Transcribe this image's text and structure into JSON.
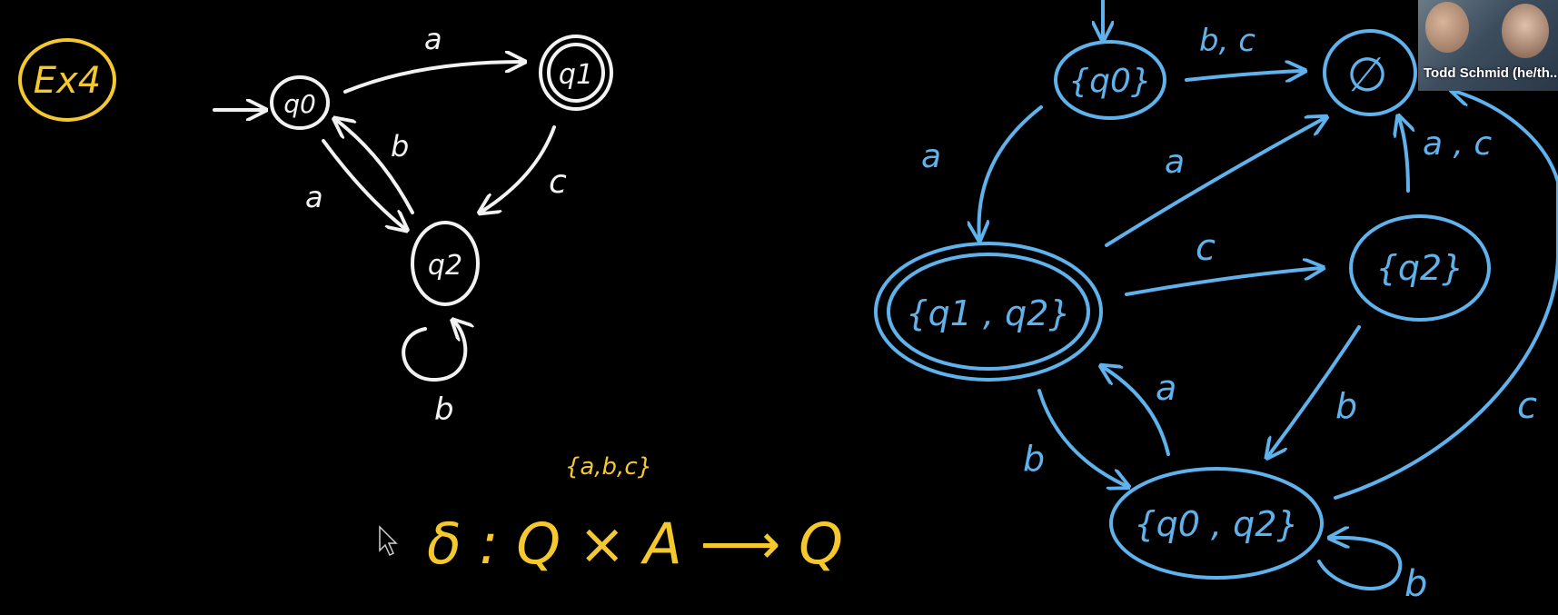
{
  "left_diagram": {
    "example_label": "Ex4",
    "states": {
      "q0": "q0",
      "q1": "q1",
      "q2": "q2"
    },
    "edges": {
      "q0_q1": "a",
      "q0_q2": "a",
      "q2_q0": "b",
      "q1_q2": "c",
      "q2_loop": "b"
    }
  },
  "formula": {
    "alphabet": "{a,b,c}",
    "delta": "δ : Q × A ⟶ Q"
  },
  "right_diagram": {
    "states": {
      "s_q0": "{q0}",
      "s_empty": "∅",
      "s_q1q2": "{q1 , q2}",
      "s_q2": "{q2}",
      "s_q0q2": "{q0 , q2}"
    },
    "edges": {
      "q0_empty": "b, c",
      "q0_q1q2": "a",
      "q1q2_empty": "a",
      "q1q2_q2": "c",
      "q2_empty": "a , c",
      "q2_q0q2": "b",
      "q1q2_q0q2": "b",
      "q0q2_q1q2": "a",
      "q0q2_empty": "c",
      "q0q2_loop": "b"
    }
  },
  "video": {
    "participant_name": "Todd Schmid (he/th..."
  },
  "colors": {
    "white_ink": "#f2f2f2",
    "blue_ink": "#5fb2ec",
    "yellow_ink": "#f5c92d",
    "background": "#000000"
  }
}
